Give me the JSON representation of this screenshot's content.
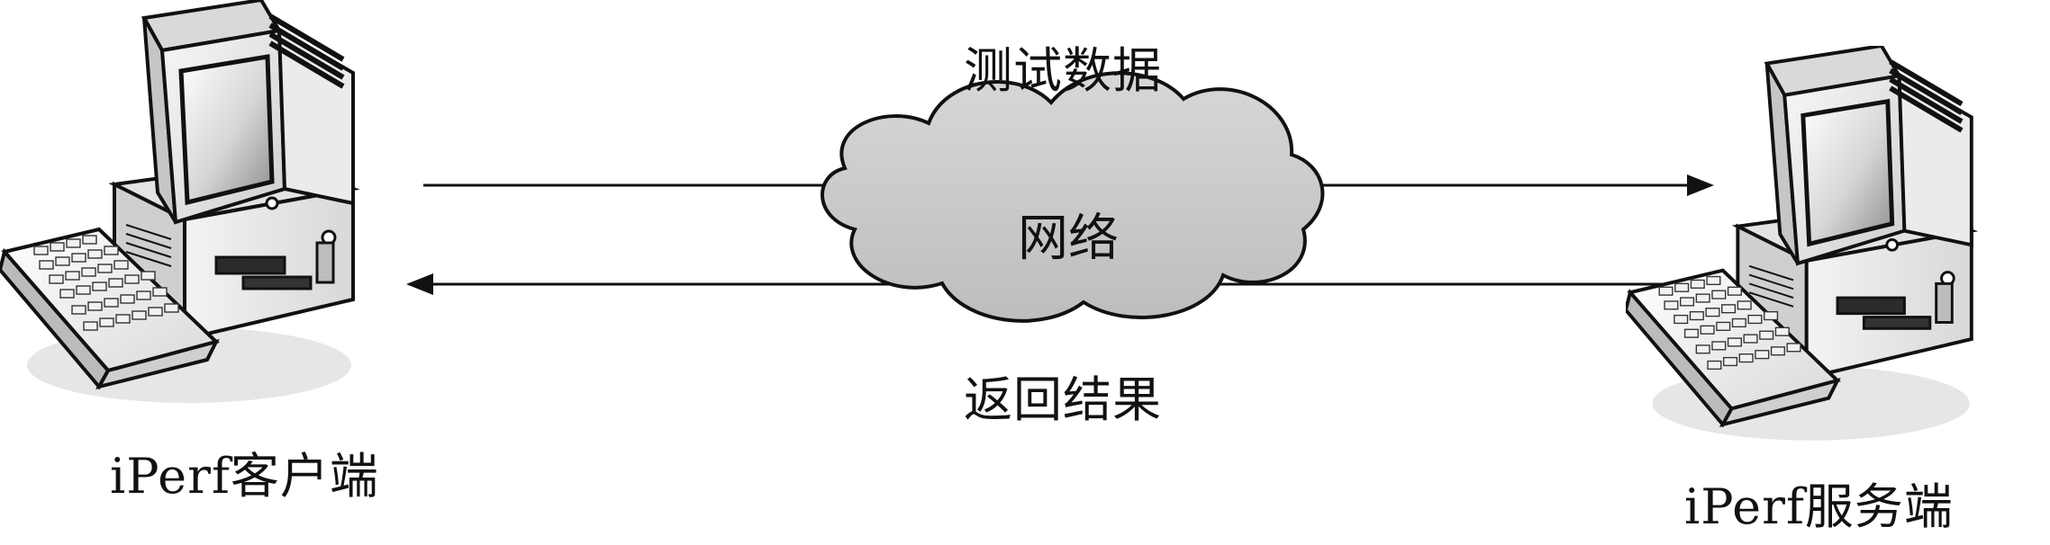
{
  "diagram": {
    "nodes": {
      "client": {
        "label": "iPerf客户端"
      },
      "network": {
        "label": "网络"
      },
      "server": {
        "label": "iPerf服务端"
      }
    },
    "edges": {
      "to_server": {
        "label": "测试数据"
      },
      "to_client": {
        "label": "返回结果"
      }
    }
  }
}
